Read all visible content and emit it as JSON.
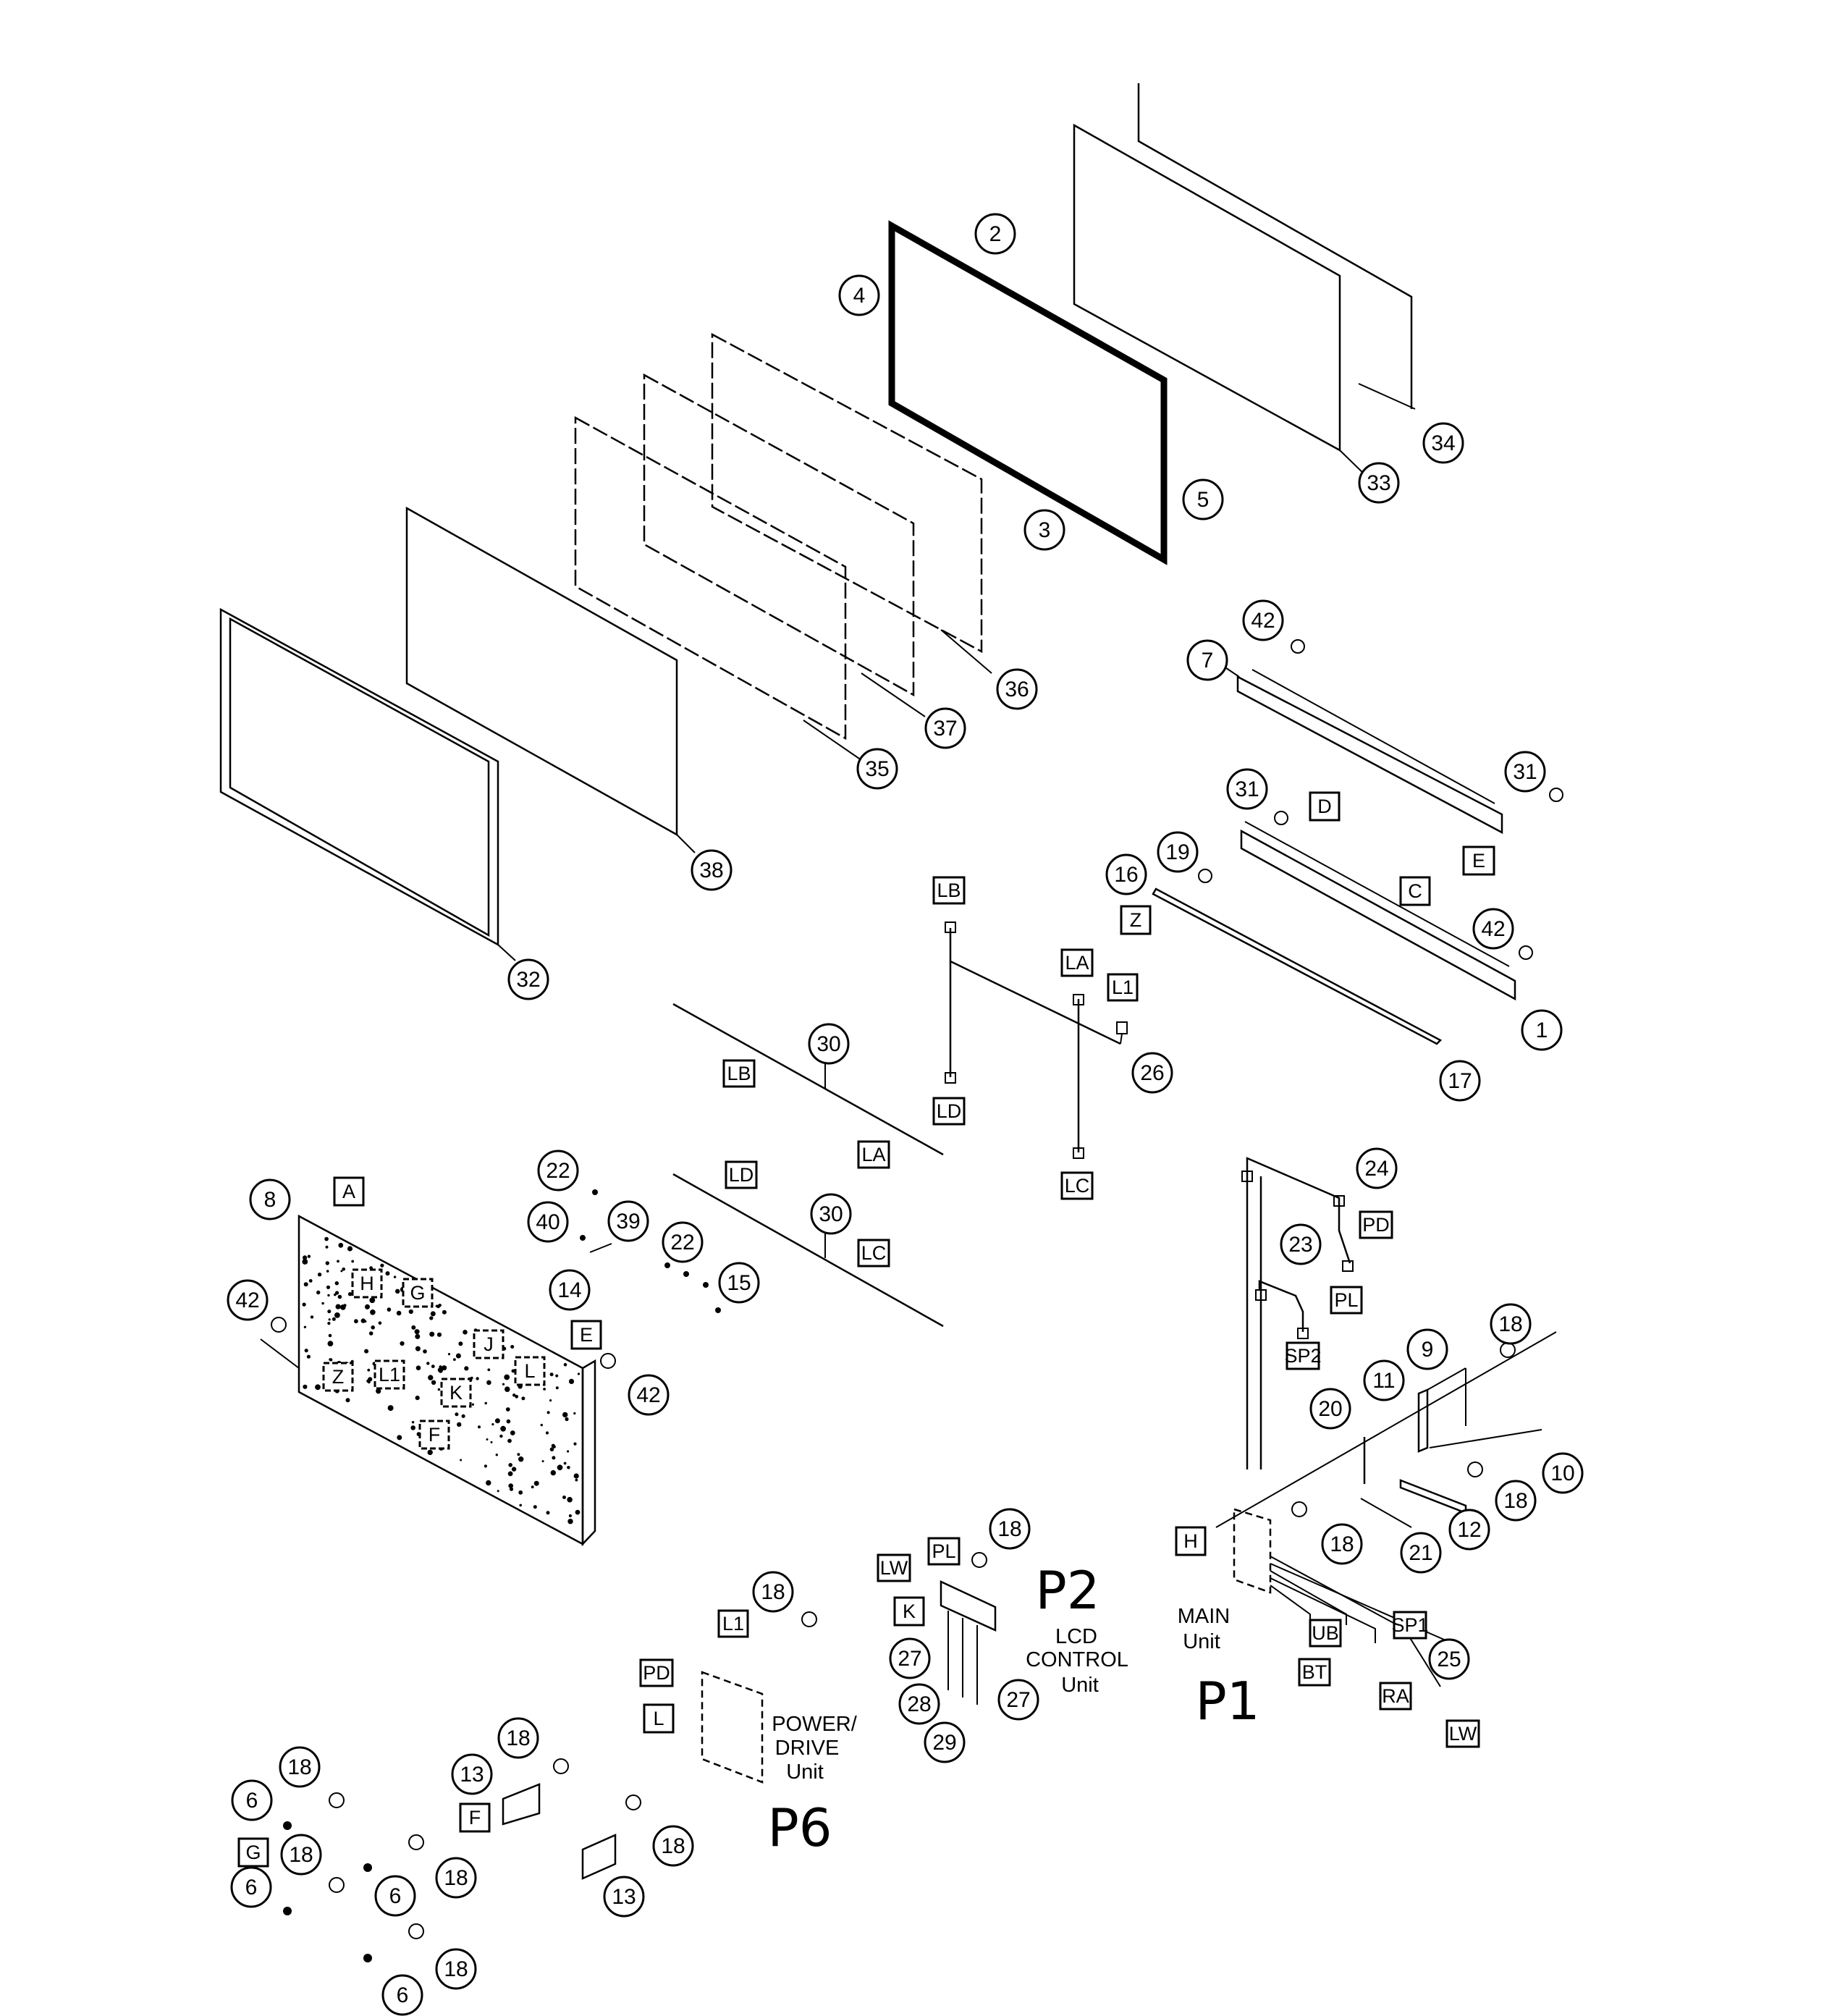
{
  "diagram": {
    "part_numbers": [
      "1",
      "2",
      "3",
      "4",
      "5",
      "6",
      "7",
      "8",
      "9",
      "10",
      "11",
      "12",
      "13",
      "14",
      "15",
      "16",
      "17",
      "18",
      "19",
      "20",
      "21",
      "22",
      "23",
      "24",
      "25",
      "26",
      "27",
      "28",
      "29",
      "30",
      "31",
      "32",
      "33",
      "34",
      "35",
      "36",
      "37",
      "38",
      "39",
      "40",
      "42"
    ],
    "connector_labels": [
      "A",
      "C",
      "D",
      "E",
      "F",
      "G",
      "H",
      "J",
      "K",
      "L",
      "L1",
      "LA",
      "LB",
      "LC",
      "LD",
      "PD",
      "PL",
      "SP1",
      "SP2",
      "UB",
      "BT",
      "RA",
      "LW",
      "Z"
    ],
    "units": {
      "main": {
        "name": "MAIN",
        "sub": "Unit",
        "page": "P1"
      },
      "lcd_control": {
        "name1": "LCD",
        "name2": "CONTROL",
        "sub": "Unit",
        "page": "P2"
      },
      "power_drive": {
        "name1": "POWER/",
        "name2": "DRIVE",
        "sub": "Unit",
        "page": "P6"
      }
    }
  }
}
